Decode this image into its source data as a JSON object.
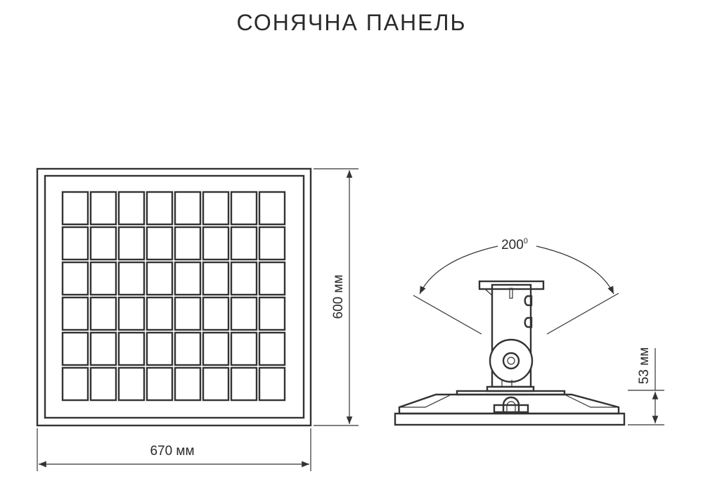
{
  "title": "СОНЯЧНА ПАНЕЛЬ",
  "front_view": {
    "cell_columns": 8,
    "cell_rows": 6,
    "width_label": "670 мм",
    "height_label": "600 мм"
  },
  "side_view": {
    "angle_label": "200",
    "angle_unit": "0",
    "height_label": "53 мм"
  }
}
